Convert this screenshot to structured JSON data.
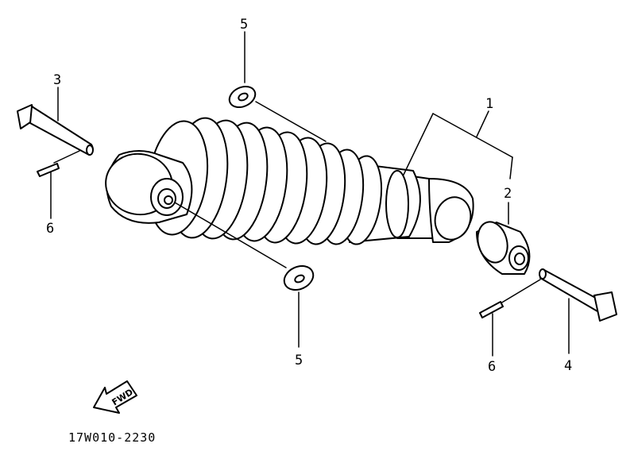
{
  "diagram": {
    "callouts": {
      "shock_absorber": "1",
      "bushing": "2",
      "bolt_upper": "3",
      "bolt_lower": "4",
      "washer_upper": "5",
      "washer_lower": "5",
      "cotter_pin_left": "6",
      "cotter_pin_right": "6"
    },
    "fwd_label": "FWD",
    "drawing_code": "17W010-2230"
  }
}
